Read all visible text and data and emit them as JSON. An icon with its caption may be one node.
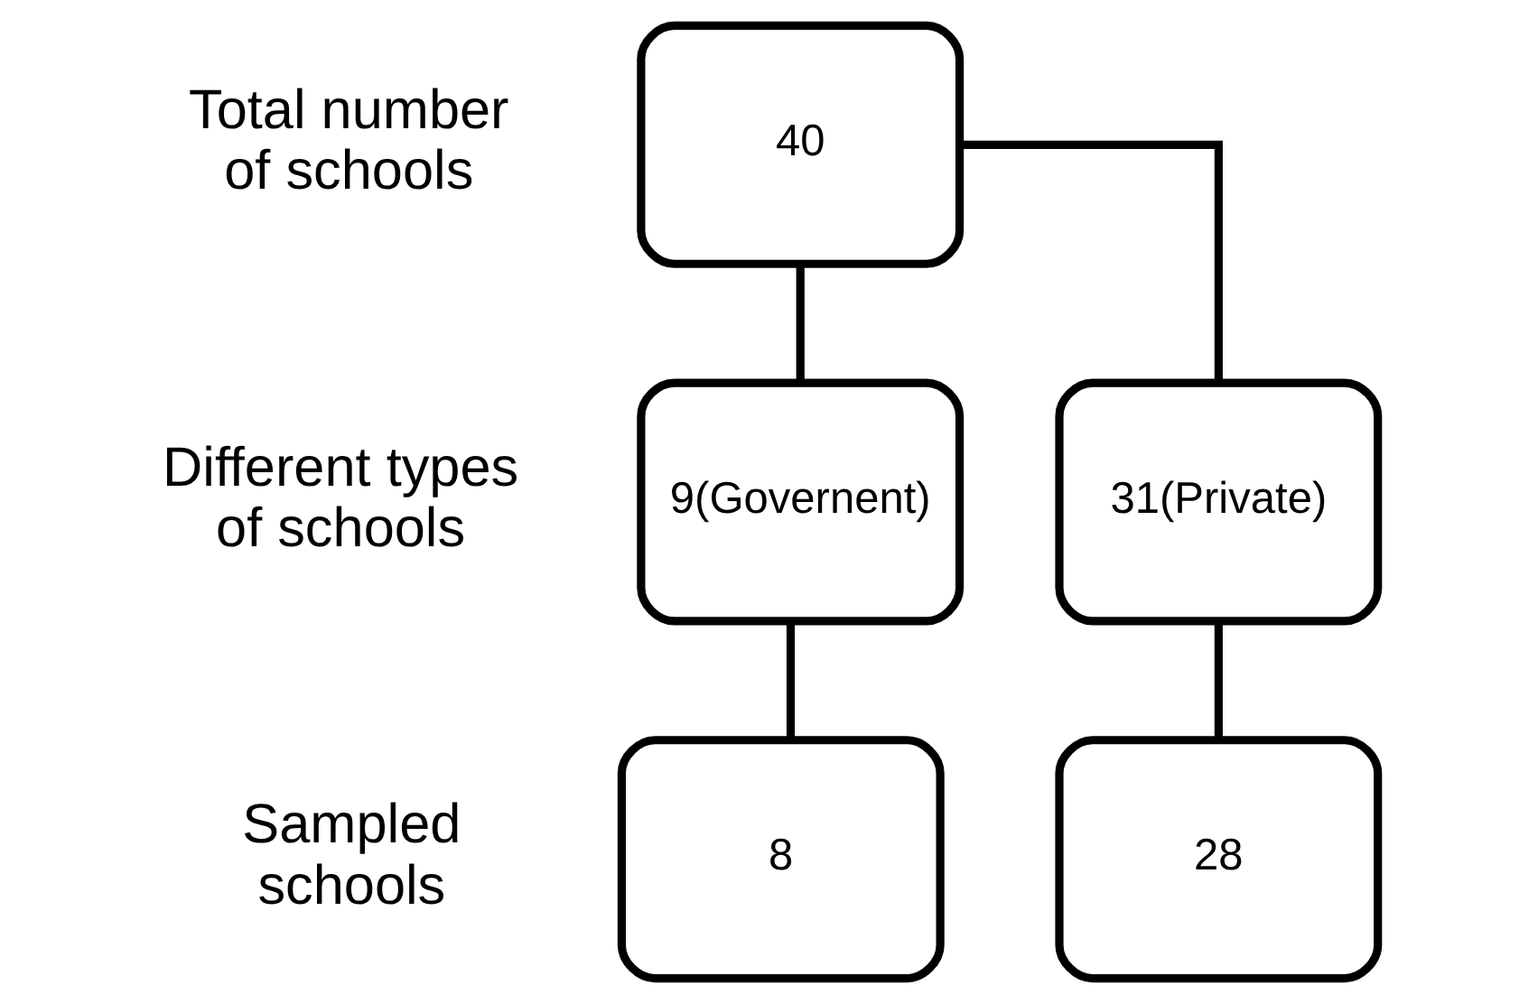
{
  "diagram": {
    "nodes": [
      {
        "text": [
          "40"
        ]
      },
      {
        "text": [
          "9(Governent)"
        ]
      },
      {
        "text": [
          "31(Private)"
        ]
      },
      {
        "text": [
          "8"
        ]
      },
      {
        "text": [
          "28"
        ]
      }
    ],
    "edges": [
      {
        "from": 0,
        "to": 1,
        "arrow": "none"
      },
      {
        "from": 0,
        "to": 2,
        "arrow": "none"
      },
      {
        "from": 1,
        "to": 3,
        "arrow": "none"
      },
      {
        "from": 2,
        "to": 4,
        "arrow": "none"
      }
    ],
    "labels": [
      "Total number of schools",
      "Different types of schools",
      "Sampled schools"
    ]
  }
}
